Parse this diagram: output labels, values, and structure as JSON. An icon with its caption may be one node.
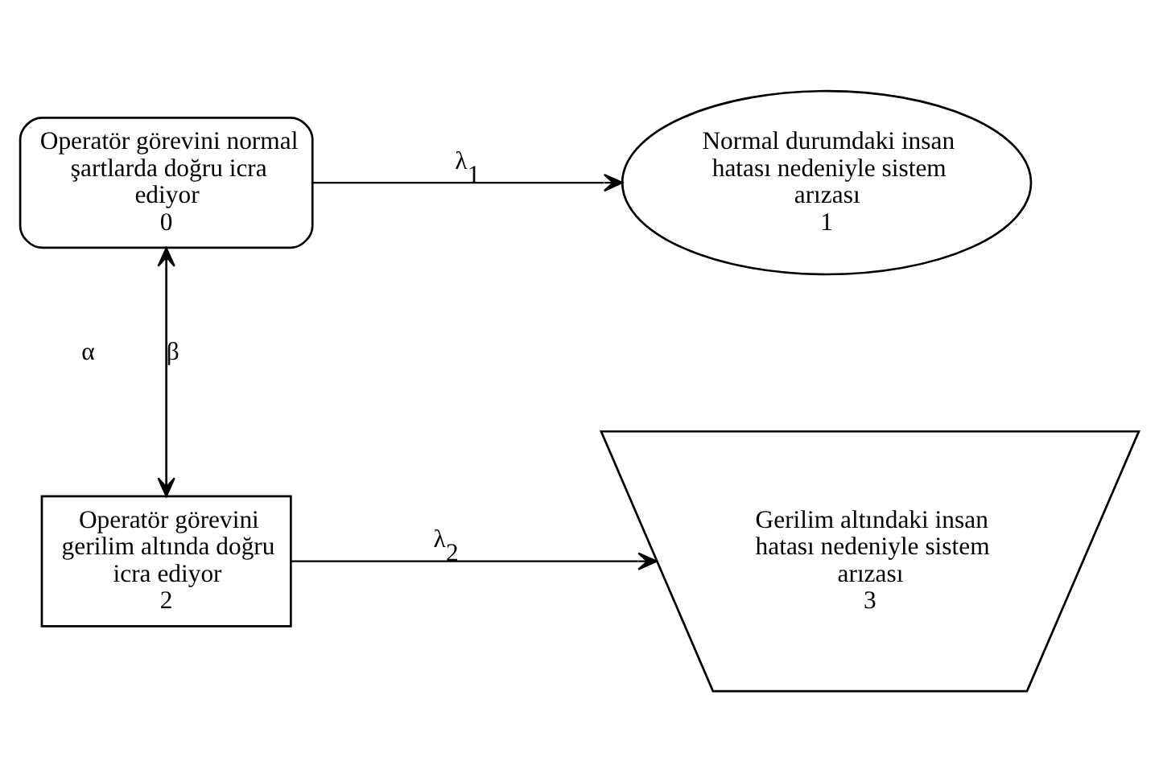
{
  "diagram": {
    "nodes": [
      {
        "text": [
          "Operatör görevini normal şartlarda doğru icra ediyor",
          "0"
        ]
      },
      {
        "text": [
          "Normal durumdaki insan hatası nedeniyle sistem arızası",
          "1"
        ]
      },
      {
        "text": [
          "Operatör görevini gerilim altında doğru icra ediyor",
          "2"
        ]
      },
      {
        "text": [
          "Gerilim altındaki insan hatası nedeniyle sistem arızası",
          "3"
        ]
      }
    ],
    "edges": [
      {
        "from": 0,
        "to": 1,
        "arrow": "to",
        "label": "λ$_{1}$"
      },
      {
        "from": 0,
        "to": 2,
        "arrow": "to",
        "label": "α"
      },
      {
        "from": 2,
        "to": 0,
        "arrow": "to",
        "label": "β"
      },
      {
        "from": 2,
        "to": 3,
        "arrow": "to",
        "label": "λ$_{2}$"
      }
    ]
  }
}
